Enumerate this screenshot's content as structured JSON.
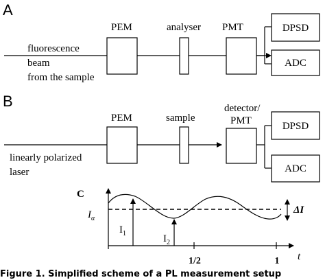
{
  "panel_a": {
    "letter": "A",
    "input_lines": [
      "fluorescence",
      "beam",
      "from the sample"
    ],
    "pem_label": "PEM",
    "analyser_label": "analyser",
    "pmt_label": "PMT",
    "dpsd_label": "DPSD",
    "adc_label": "ADC"
  },
  "panel_b": {
    "letter": "B",
    "input_lines": [
      "linearly polarized",
      "laser"
    ],
    "pem_label": "PEM",
    "sample_label": "sample",
    "detector_lines": [
      "detector/",
      "PMT"
    ],
    "dpsd_label": "DPSD",
    "adc_label": "ADC"
  },
  "panel_c": {
    "letter": "C",
    "i_alpha": "I",
    "i_alpha_sub": "α",
    "i1": "I",
    "i1_sub": "1",
    "i2": "I",
    "i2_sub": "2",
    "delta_label": "ΔI",
    "tick_half": "1/2",
    "tick_one": "1",
    "t_axis": "t"
  },
  "caption": "Figure 1. Simplified scheme of a PL measurement setup"
}
